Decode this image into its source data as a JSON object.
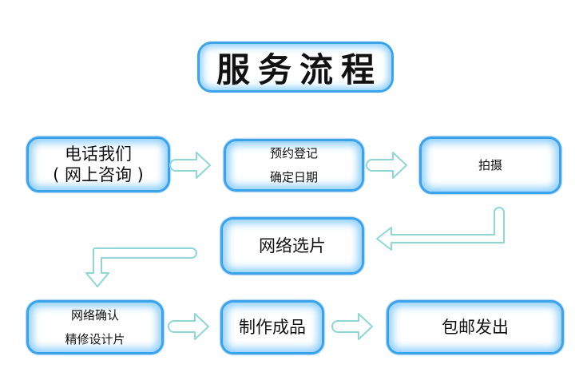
{
  "title": "服务流程",
  "steps": [
    {
      "lines": [
        "电话我们",
        "( 网上咨询 )"
      ]
    },
    {
      "lines": [
        "预约登记",
        "确定日期"
      ]
    },
    {
      "lines": [
        "拍摄"
      ]
    },
    {
      "lines": [
        "网络选片"
      ]
    },
    {
      "lines": [
        "网络确认",
        "精修设计片"
      ]
    },
    {
      "lines": [
        "制作成品"
      ]
    },
    {
      "lines": [
        "包邮发出"
      ]
    }
  ],
  "colors": {
    "box_border": "#3aa3ec",
    "box_glow": "#8fd0fb",
    "arrow": "#8fd6d6"
  }
}
